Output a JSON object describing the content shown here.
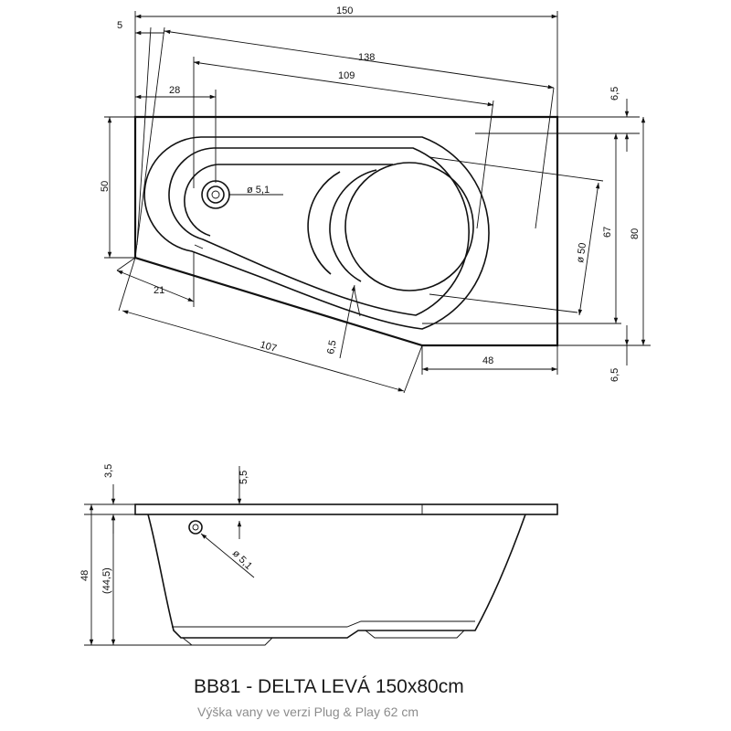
{
  "title": "BB81 - DELTA LEVÁ 150x80cm",
  "subtitle": "Výška vany ve verzi Plug & Play 62 cm",
  "top_view": {
    "dims": {
      "d150": "150",
      "d5": "5",
      "d138": "138",
      "d109": "109",
      "d28": "28",
      "d65_top": "6,5",
      "d50_left": "50",
      "d51": "ø 5,1",
      "d50_circ": "ø 50",
      "d67": "67",
      "d80": "80",
      "d21": "21",
      "d65_mid": "6,5",
      "d107": "107",
      "d48": "48",
      "d65_bot": "6,5"
    }
  },
  "side_view": {
    "dims": {
      "d35": "3,5",
      "d55": "5,5",
      "d48": "48",
      "d445": "(44,5)",
      "d51": "ø 5,1"
    }
  },
  "icons": {
    "arrow": "arrow-head-icon",
    "drain": "drain-icon"
  }
}
